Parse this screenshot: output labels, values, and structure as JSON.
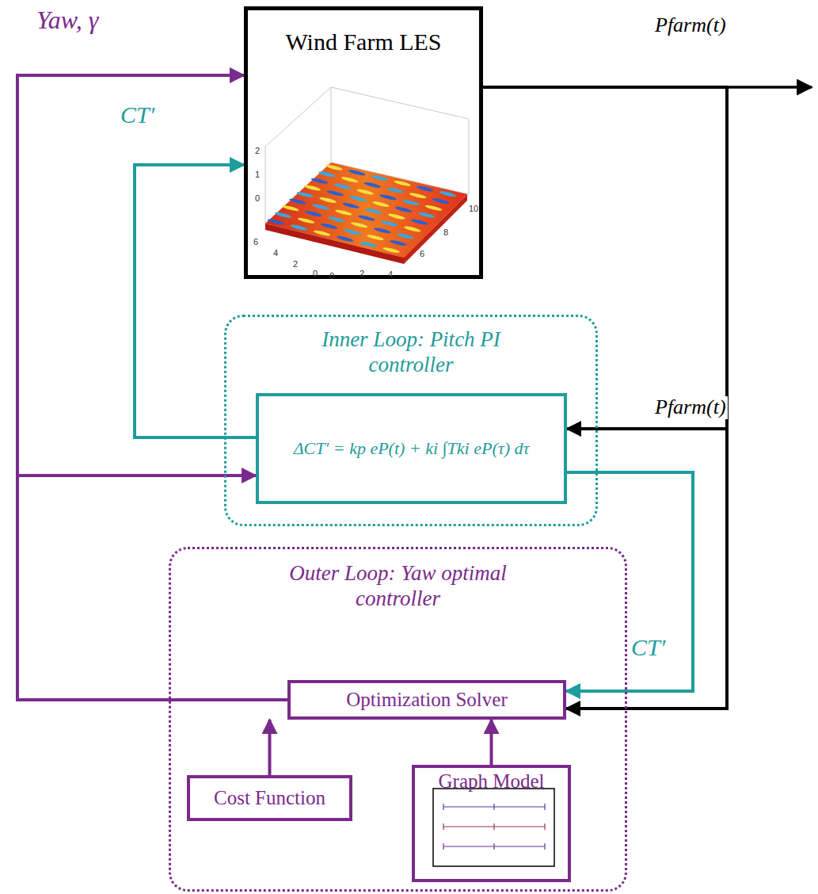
{
  "diagram": {
    "nodes": [
      {
        "text": [
          "Wind Farm LES"
        ]
      },
      {
        "text": [
          "Inner Loop: Pitch PI controller"
        ]
      },
      {
        "text": [
          "ΔCT′ = kp eP(t) + ki ∫Tki eP(τ) dτ"
        ],
        "in": 1
      },
      {
        "text": [
          "Outer Loop: Yaw optimal controller"
        ]
      },
      {
        "text": [
          "Optimization Solver"
        ],
        "in": 3
      },
      {
        "text": [
          "Cost Function"
        ],
        "in": 3
      },
      {
        "text": [
          "Graph Model"
        ],
        "in": 3
      }
    ],
    "edges": [
      {
        "from": 4,
        "to": 0,
        "arrow": "to"
      },
      {
        "from": 4,
        "to": 2,
        "arrow": "to"
      },
      {
        "from": 2,
        "to": 0,
        "arrow": "to"
      },
      {
        "from": 2,
        "to": 4,
        "arrow": "to"
      },
      {
        "from": 0,
        "to": 2,
        "arrow": "to"
      },
      {
        "from": 0,
        "to": 4,
        "arrow": "to"
      },
      {
        "from": 5,
        "to": 4,
        "arrow": "to"
      },
      {
        "from": 6,
        "to": 4,
        "arrow": "to"
      }
    ],
    "labels": [
      "Yaw, γ",
      "CT′",
      "Pfarm(t)",
      "Pfarm(t)",
      "CT′",
      "2",
      "1",
      "0",
      "6",
      "4",
      "2",
      "0",
      "0",
      "2",
      "4",
      "6",
      "8",
      "10"
    ]
  }
}
